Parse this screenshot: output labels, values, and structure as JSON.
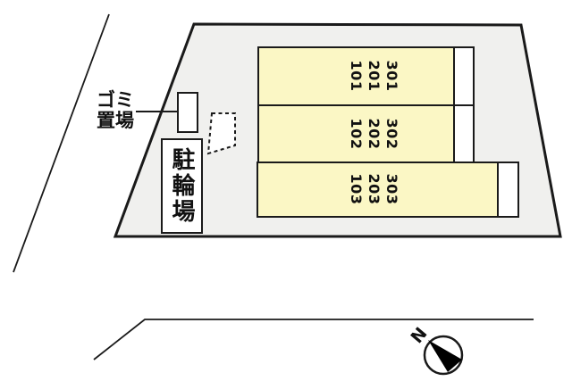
{
  "site_plan": {
    "labels": {
      "garbage": "ゴミ\n置場",
      "bicycle": "駐輪場",
      "north": "N"
    },
    "buildings": [
      {
        "name": "building-1",
        "units": "301\n201\n101"
      },
      {
        "name": "building-2",
        "units": "302\n202\n102"
      },
      {
        "name": "building-3",
        "units": "303\n203\n103"
      }
    ],
    "colors": {
      "building_fill": "#fbf7c5",
      "site_fill": "#f0f0ee",
      "outline": "#1a1a1a",
      "background": "#ffffff"
    }
  }
}
